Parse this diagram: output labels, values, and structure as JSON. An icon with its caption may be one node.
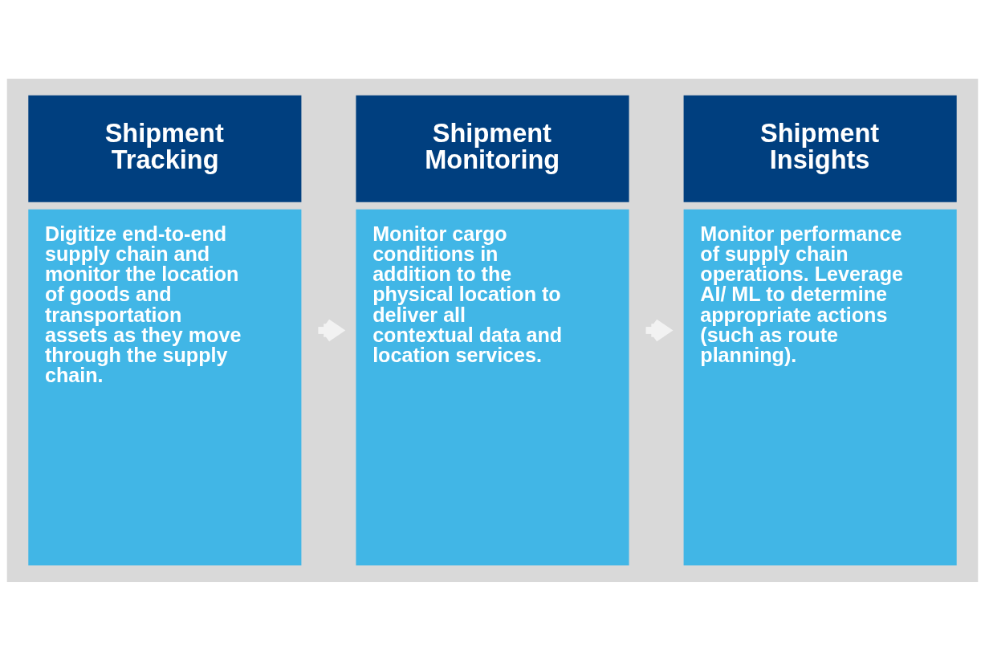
{
  "diagram": {
    "nodes": [
      {
        "text": [
          "Shipment Tracking",
          "Digitize end-to-end supply chain and monitor the location of goods and transportation assets as they move through the supply chain."
        ]
      },
      {
        "text": [
          "Shipment Monitoring",
          "Monitor cargo conditions in addition to the physical location to deliver all contextual data and location services."
        ]
      },
      {
        "text": [
          "Shipment Insights",
          "Monitor performance of supply chain operations. Leverage AI/ ML to determine appropriate actions (such as route planning)."
        ]
      }
    ],
    "edges": [
      {
        "from": 0,
        "to": 1,
        "arrow": "to"
      },
      {
        "from": 1,
        "to": 2,
        "arrow": "to"
      }
    ]
  }
}
